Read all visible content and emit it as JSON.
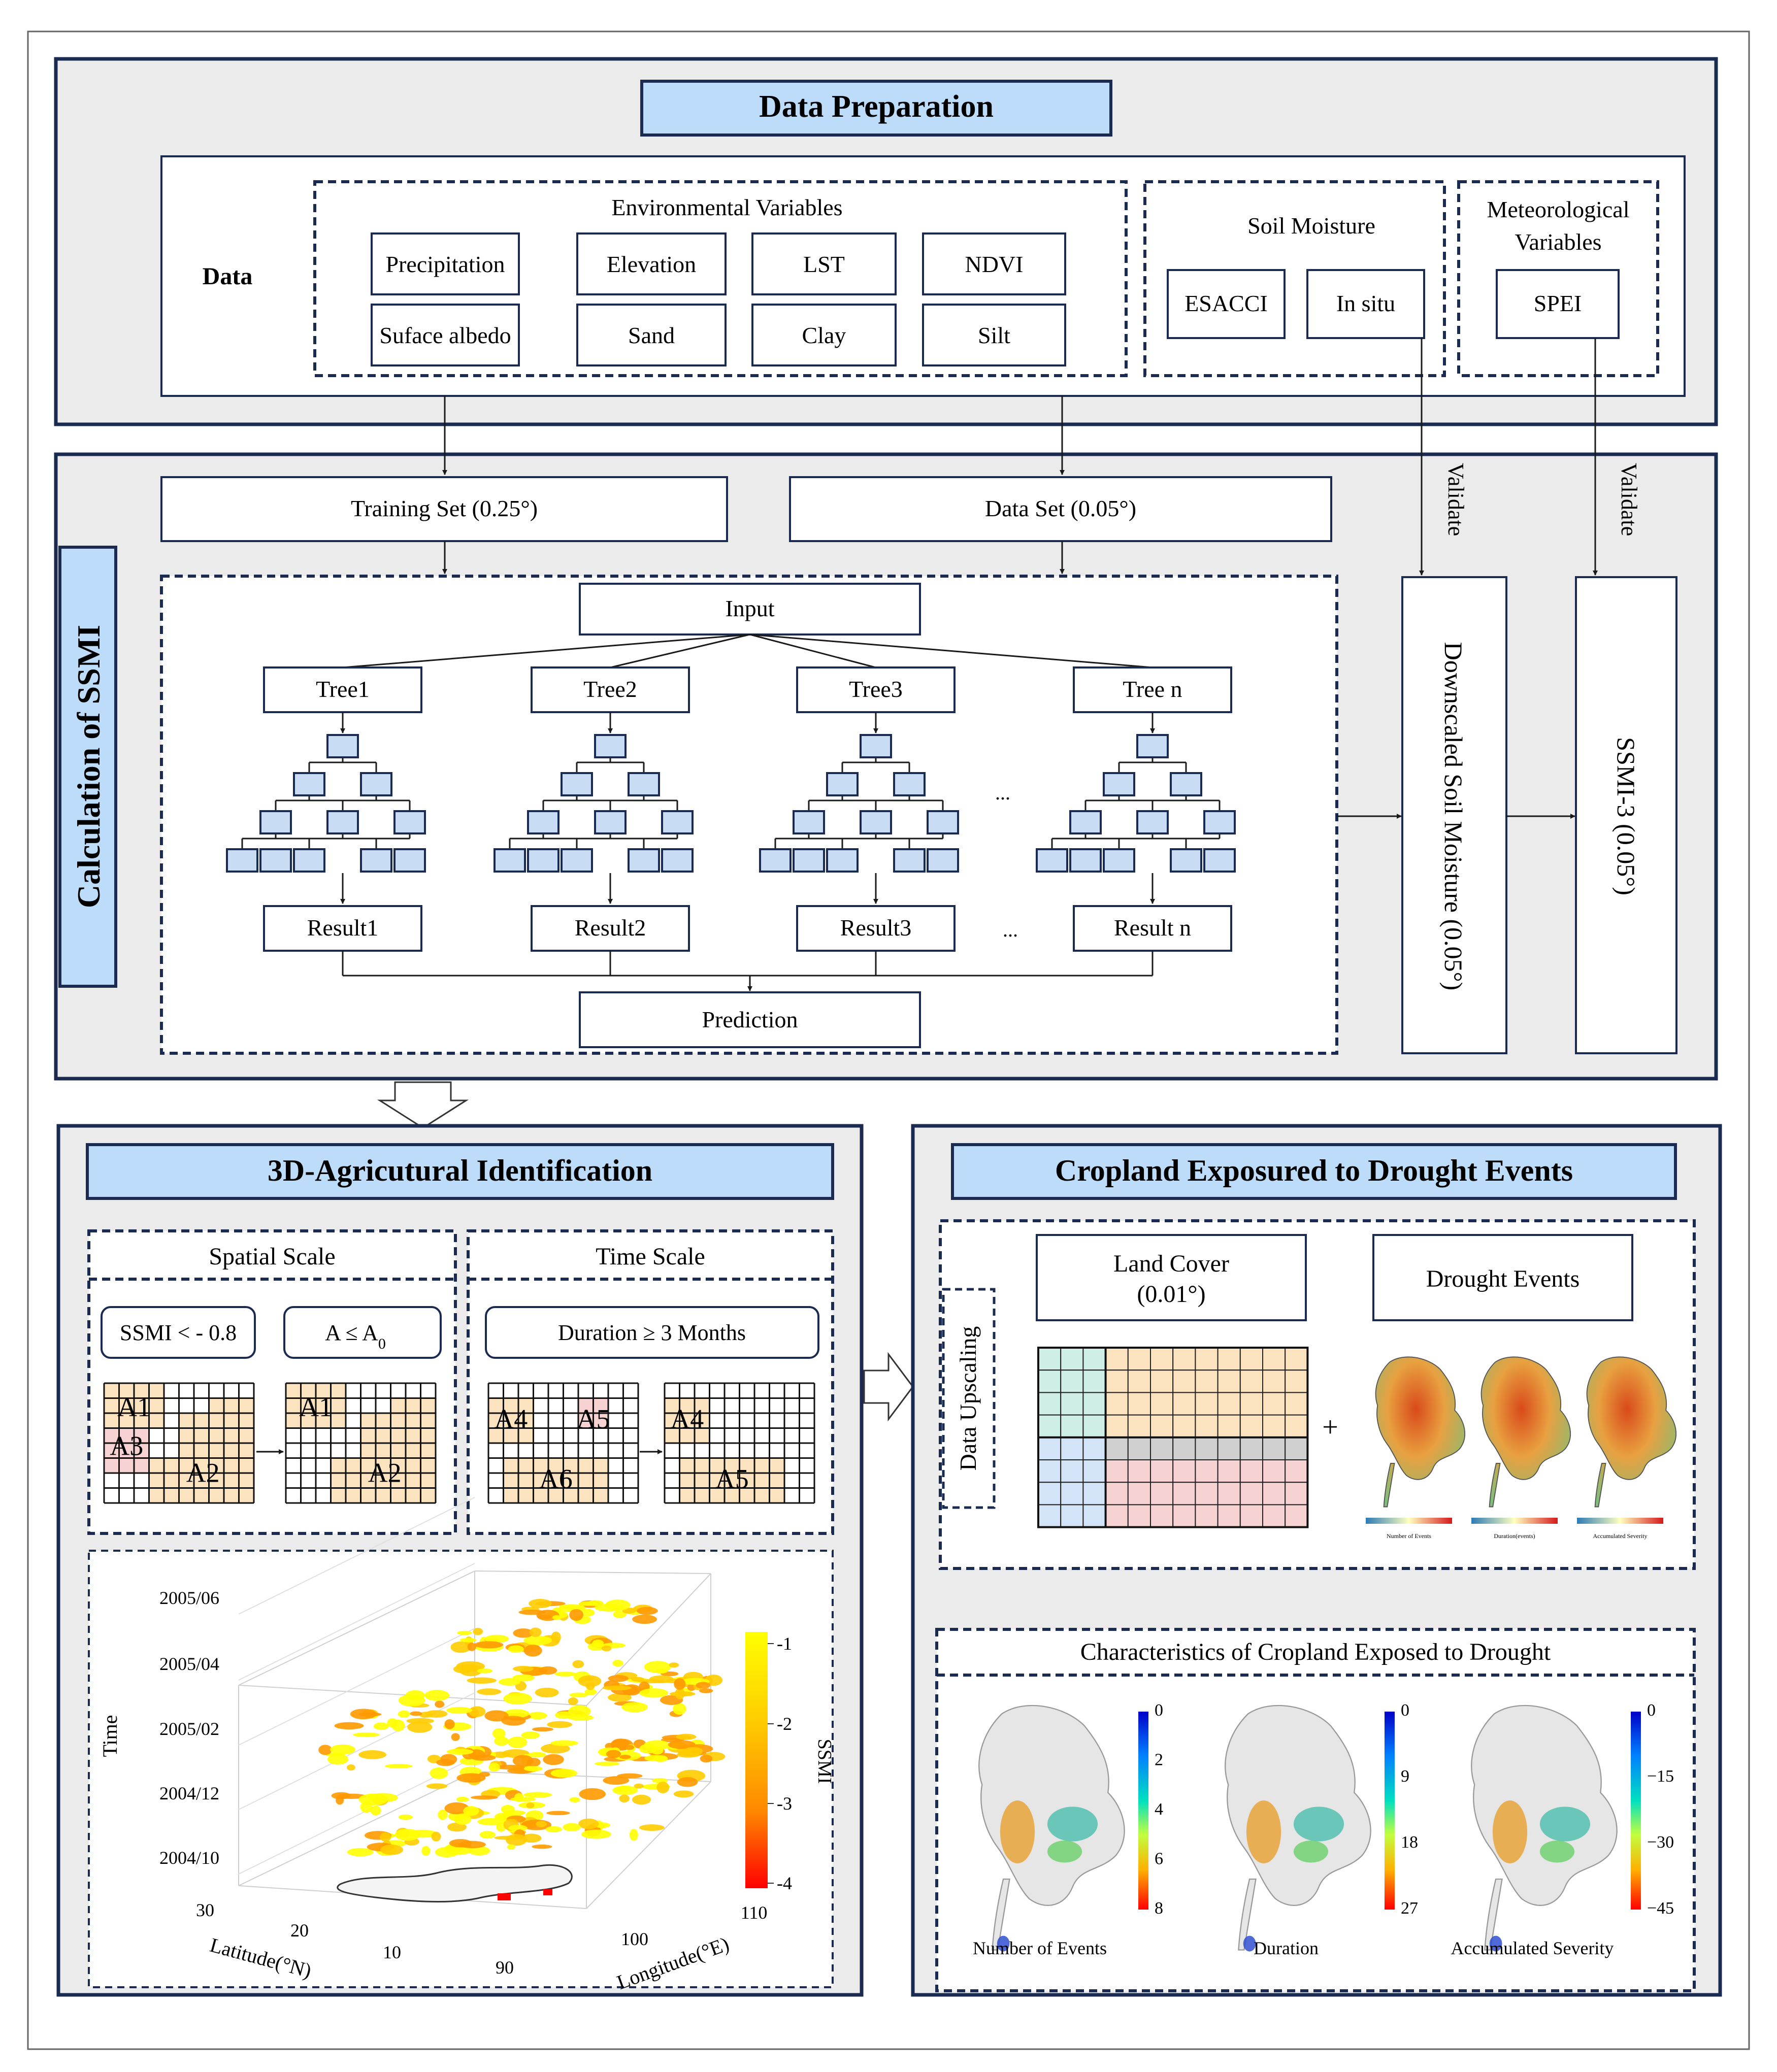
{
  "data_prep": {
    "title": "Data Preparation",
    "data_label": "Data",
    "env_title": "Environmental Variables",
    "env_vars": [
      "Precipitation",
      "Elevation",
      "LST",
      "NDVI",
      "Suface albedo",
      "Sand",
      "Clay",
      "Silt"
    ],
    "soil_title": "Soil Moisture",
    "soil_items": [
      "ESACCI",
      "In situ"
    ],
    "met_title_1": "Meteorological",
    "met_title_2": "Variables",
    "met_item": "SPEI"
  },
  "ssmi": {
    "side_title": "Calculation of SSMI",
    "training_set": "Training Set (0.25°)",
    "data_set": "Data Set (0.05°)",
    "input": "Input",
    "trees": [
      "Tree1",
      "Tree2",
      "Tree3",
      "Tree n"
    ],
    "results": [
      "Result1",
      "Result2",
      "Result3",
      "Result n"
    ],
    "ellipsis": "...",
    "prediction": "Prediction",
    "validate": "Validate",
    "downscaled": "Downscaled Soil Moisture (0.05°)",
    "ssmi3": "SSMI-3 (0.05°)"
  },
  "agri": {
    "title": "3D-Agricutural Identification",
    "spatial_scale": "Spatial Scale",
    "time_scale": "Time Scale",
    "cond_ssmi": "SSMI < - 0.8",
    "cond_area": "A ≤ A",
    "cond_area_sub": "0",
    "cond_duration": "Duration ≥ 3 Months",
    "areas": [
      "A1",
      "A2",
      "A3",
      "A4",
      "A5",
      "A6"
    ],
    "chart": {
      "z_ticks": [
        "2005/06",
        "2005/04",
        "2005/02",
        "2004/12",
        "2004/10"
      ],
      "z_label": "Time",
      "lat_ticks": [
        "30",
        "20",
        "10"
      ],
      "lat_label": "Latitude(°N)",
      "lon_ticks": [
        "90",
        "100",
        "110"
      ],
      "lon_label": "Longitude(°E)",
      "colorbar_ticks": [
        "-1",
        "-2",
        "-3",
        "-4"
      ],
      "colorbar_label": "SSMI",
      "colors": [
        "#ffff00",
        "#ffcc00",
        "#ff9900",
        "#ff0000"
      ]
    }
  },
  "crop": {
    "title": "Cropland Exposured to Drought Events",
    "land_cover_1": "Land Cover",
    "land_cover_2": "(0.01°)",
    "drought_events": "Drought Events",
    "upscaling": "Data Upscaling",
    "plus": "+",
    "small_map_legends": [
      "Number of Events",
      "Duration(events)",
      "Accumulated Severity"
    ],
    "characteristics": "Characteristics of Cropland Exposed to Drought",
    "maps": [
      {
        "label": "Number of Events",
        "ticks": [
          "0",
          "2",
          "4",
          "6",
          "8"
        ]
      },
      {
        "label": "Duration",
        "ticks": [
          "0",
          "9",
          "18",
          "27"
        ]
      },
      {
        "label": "Accumulated Severity",
        "ticks": [
          "0",
          "−15",
          "−30",
          "−45"
        ]
      }
    ]
  },
  "colors": {
    "panel_bg": "#ebebeb",
    "title_fill": "#bddcf9",
    "border": "#1a2a50",
    "node_fill": "#c8dcf4",
    "grid_orange": "#fbe3c0",
    "grid_pink": "#f6d2d2",
    "grid_teal": "#cfeee5",
    "grid_blue": "#d3e4f8",
    "grid_gray": "#d0d0d0"
  }
}
